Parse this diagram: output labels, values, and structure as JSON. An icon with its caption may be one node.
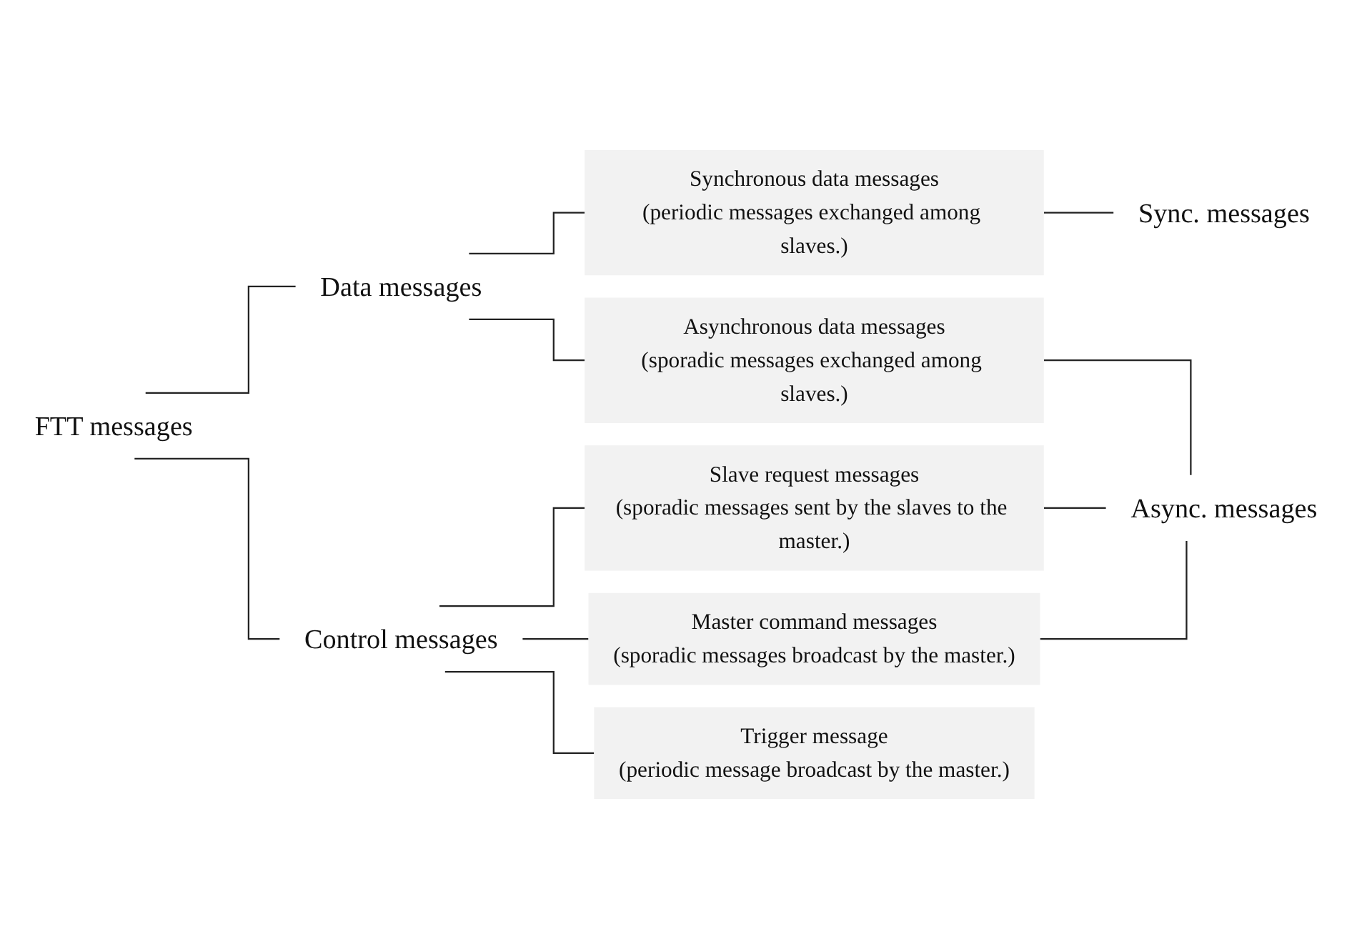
{
  "diagram": {
    "nodes": [
      {
        "text": [
          "FTT messages"
        ]
      },
      {
        "text": [
          "Data messages"
        ]
      },
      {
        "text": [
          "Control messages"
        ]
      },
      {
        "text": [
          "Synchronous data messages",
          "(periodic messages exchanged among slaves.)"
        ]
      },
      {
        "text": [
          "Asynchronous data messages",
          "(sporadic messages exchanged among slaves.)"
        ]
      },
      {
        "text": [
          "Slave request messages",
          "(sporadic messages sent by the slaves to the master.)"
        ]
      },
      {
        "text": [
          "Master command messages",
          "(sporadic messages broadcast by the master.)"
        ]
      },
      {
        "text": [
          "Trigger message",
          "(periodic message broadcast by the master.)"
        ]
      },
      {
        "text": [
          "Sync. messages"
        ]
      },
      {
        "text": [
          "Async. messages"
        ]
      }
    ],
    "edges": [
      {
        "from": 0,
        "to": 1,
        "arrow": "none"
      },
      {
        "from": 0,
        "to": 2,
        "arrow": "none"
      },
      {
        "from": 1,
        "to": 3,
        "arrow": "none"
      },
      {
        "from": 1,
        "to": 4,
        "arrow": "none"
      },
      {
        "from": 2,
        "to": 5,
        "arrow": "none"
      },
      {
        "from": 2,
        "to": 6,
        "arrow": "none"
      },
      {
        "from": 2,
        "to": 7,
        "arrow": "none"
      },
      {
        "from": 3,
        "to": 8,
        "arrow": "none"
      },
      {
        "from": 4,
        "to": 9,
        "arrow": "none"
      },
      {
        "from": 5,
        "to": 9,
        "arrow": "none"
      },
      {
        "from": 6,
        "to": 9,
        "arrow": "none"
      }
    ]
  }
}
